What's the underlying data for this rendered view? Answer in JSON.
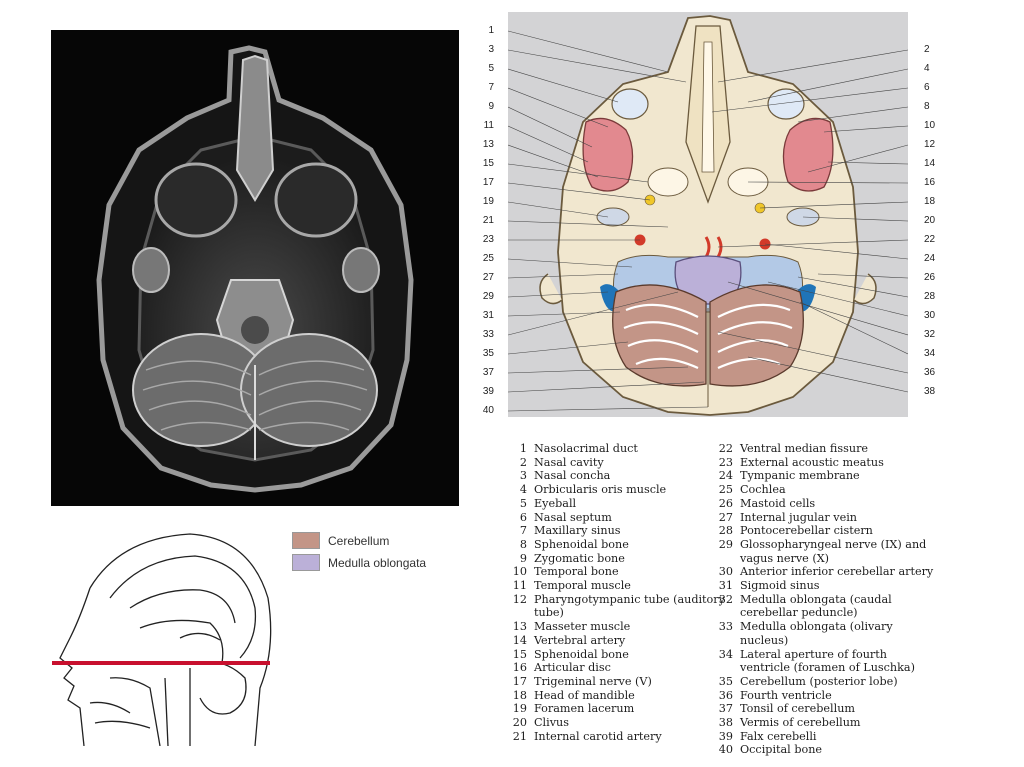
{
  "colors": {
    "cerebellum": "#c39587",
    "medulla": "#bbb0d8",
    "section_line": "#c8102e",
    "skull_fill": "#f1e7cf",
    "orbit_fill": "#e2898f",
    "vessel_red": "#d23a2a",
    "vein_blue": "#1f74b8",
    "cistern_blue": "#b3c9e6"
  },
  "key": {
    "cerebellum_label": "Cerebellum",
    "medulla_label": "Medulla oblongata"
  },
  "left_numbers": [
    "1",
    "3",
    "5",
    "7",
    "9",
    "11",
    "13",
    "15",
    "17",
    "19",
    "21",
    "23",
    "25",
    "27",
    "29",
    "31",
    "33",
    "35",
    "37",
    "39",
    "40"
  ],
  "right_numbers": [
    "2",
    "4",
    "6",
    "8",
    "10",
    "12",
    "14",
    "16",
    "18",
    "20",
    "22",
    "24",
    "26",
    "28",
    "30",
    "32",
    "34",
    "36",
    "38"
  ],
  "legend_left": [
    {
      "n": "1",
      "t": "Nasolacrimal duct"
    },
    {
      "n": "2",
      "t": "Nasal cavity"
    },
    {
      "n": "3",
      "t": "Nasal concha"
    },
    {
      "n": "4",
      "t": "Orbicularis oris muscle"
    },
    {
      "n": "5",
      "t": "Eyeball"
    },
    {
      "n": "6",
      "t": "Nasal septum"
    },
    {
      "n": "7",
      "t": "Maxillary sinus"
    },
    {
      "n": "8",
      "t": "Sphenoidal bone"
    },
    {
      "n": "9",
      "t": "Zygomatic bone"
    },
    {
      "n": "10",
      "t": "Temporal bone"
    },
    {
      "n": "11",
      "t": "Temporal muscle"
    },
    {
      "n": "12",
      "t": "Pharyngotympanic tube (auditory tube)"
    },
    {
      "n": "13",
      "t": "Masseter muscle"
    },
    {
      "n": "14",
      "t": "Vertebral artery"
    },
    {
      "n": "15",
      "t": "Sphenoidal bone"
    },
    {
      "n": "16",
      "t": "Articular disc"
    },
    {
      "n": "17",
      "t": "Trigeminal nerve (V)"
    },
    {
      "n": "18",
      "t": "Head of mandible"
    },
    {
      "n": "19",
      "t": "Foramen lacerum"
    },
    {
      "n": "20",
      "t": "Clivus"
    },
    {
      "n": "21",
      "t": "Internal carotid artery"
    }
  ],
  "legend_right": [
    {
      "n": "22",
      "t": "Ventral median fissure"
    },
    {
      "n": "23",
      "t": "External acoustic meatus"
    },
    {
      "n": "24",
      "t": "Tympanic membrane"
    },
    {
      "n": "25",
      "t": "Cochlea"
    },
    {
      "n": "26",
      "t": "Mastoid cells"
    },
    {
      "n": "27",
      "t": "Internal jugular vein"
    },
    {
      "n": "28",
      "t": "Pontocerebellar cistern"
    },
    {
      "n": "29",
      "t": "Glossopharyngeal nerve (IX) and vagus nerve (X)"
    },
    {
      "n": "30",
      "t": "Anterior inferior cerebellar artery"
    },
    {
      "n": "31",
      "t": "Sigmoid sinus"
    },
    {
      "n": "32",
      "t": "Medulla oblongata (caudal cerebellar peduncle)"
    },
    {
      "n": "33",
      "t": "Medulla oblongata (olivary nucleus)"
    },
    {
      "n": "34",
      "t": "Lateral aperture of fourth ventricle (foramen of Luschka)"
    },
    {
      "n": "35",
      "t": "Cerebellum (posterior lobe)"
    },
    {
      "n": "36",
      "t": "Fourth ventricle"
    },
    {
      "n": "37",
      "t": "Tonsil of cerebellum"
    },
    {
      "n": "38",
      "t": "Vermis of cerebellum"
    },
    {
      "n": "39",
      "t": "Falx cerebelli"
    },
    {
      "n": "40",
      "t": "Occipital bone"
    }
  ]
}
